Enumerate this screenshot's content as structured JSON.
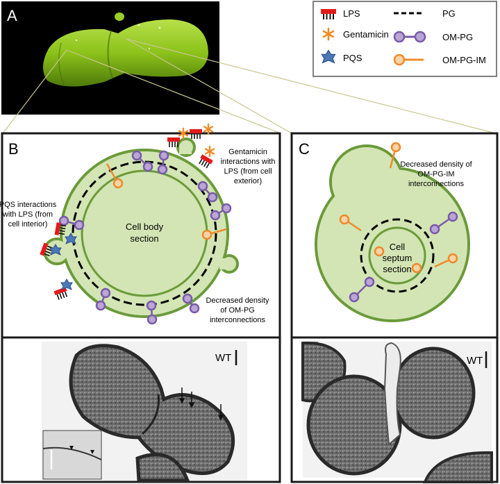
{
  "panels": {
    "a": {
      "letter": "A"
    },
    "b": {
      "letter": "B",
      "center_label": [
        "Cell body",
        "section"
      ],
      "gentamicin_note": [
        "Gentamicin",
        "interactions with",
        "LPS (from cell",
        "exterior)"
      ],
      "pqs_note": [
        "PQS interactions",
        "with LPS (from",
        "cell interior)"
      ],
      "density_note": [
        "Decreased density",
        "of OM-PG",
        "interconnections"
      ],
      "micrograph_label": "WT"
    },
    "c": {
      "letter": "C",
      "center_label": [
        "Cell",
        "septum",
        "section"
      ],
      "density_note": [
        "Decreased density of",
        "OM-PG-IM",
        "interconnections"
      ],
      "micrograph_label": "WT"
    }
  },
  "legend": {
    "items": [
      {
        "label": "LPS",
        "icon": "lps-icon"
      },
      {
        "label": "Gentamicin",
        "icon": "gentamicin-icon"
      },
      {
        "label": "PQS",
        "icon": "pqs-icon"
      },
      {
        "label": "PG",
        "icon": "pg-dash-icon"
      },
      {
        "label": "OM-PG",
        "icon": "om-pg-icon"
      },
      {
        "label": "OM-PG-IM",
        "icon": "om-pg-im-icon"
      }
    ]
  },
  "colors": {
    "cell_fill": "#d3e5b4",
    "membrane": "#6b9a3a",
    "lps": "#e31b1b",
    "gentamicin": "#f08a24",
    "pqs": "#4a78b8",
    "om_pg": "#7a5aa8",
    "om_pg_fill": "#b9a6d6",
    "om_pg_im": "#ee8a2c",
    "om_pg_im_fill": "#fbd3a5",
    "connector": "#c9c58f"
  }
}
